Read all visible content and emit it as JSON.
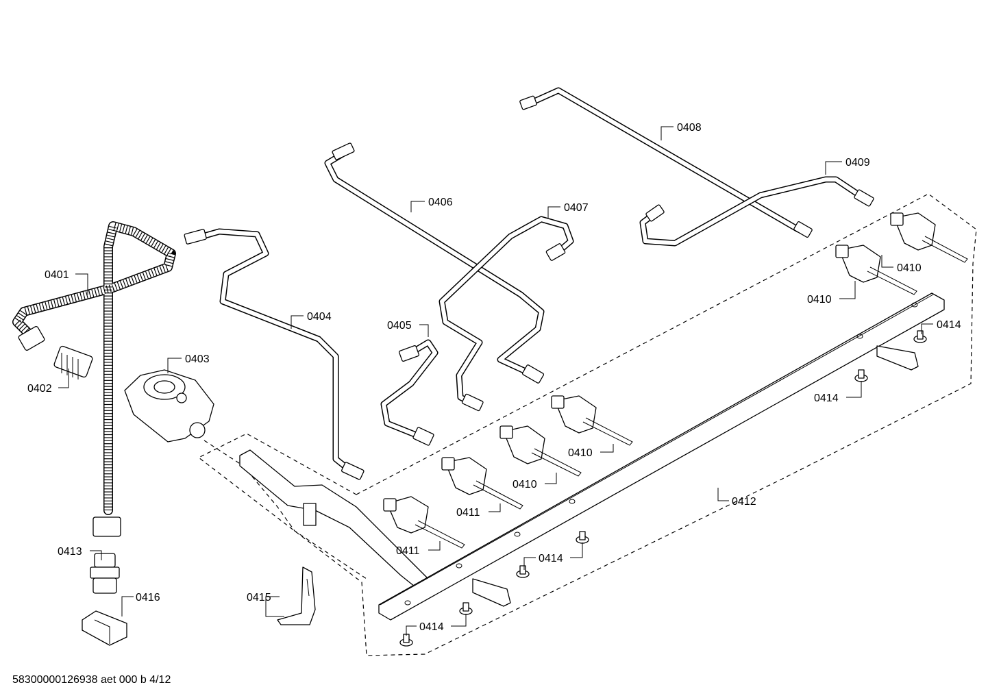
{
  "labels": {
    "p0401": "0401",
    "p0402": "0402",
    "p0403": "0403",
    "p0404": "0404",
    "p0405": "0405",
    "p0406": "0406",
    "p0407": "0407",
    "p0408": "0408",
    "p0409": "0409",
    "p0410": "0410",
    "p0411": "0411",
    "p0412": "0412",
    "p0413": "0413",
    "p0414": "0414",
    "p0415": "0415",
    "p0416": "0416"
  },
  "footer": {
    "document_id": "58300000126938 aet 000 b 4/12"
  }
}
